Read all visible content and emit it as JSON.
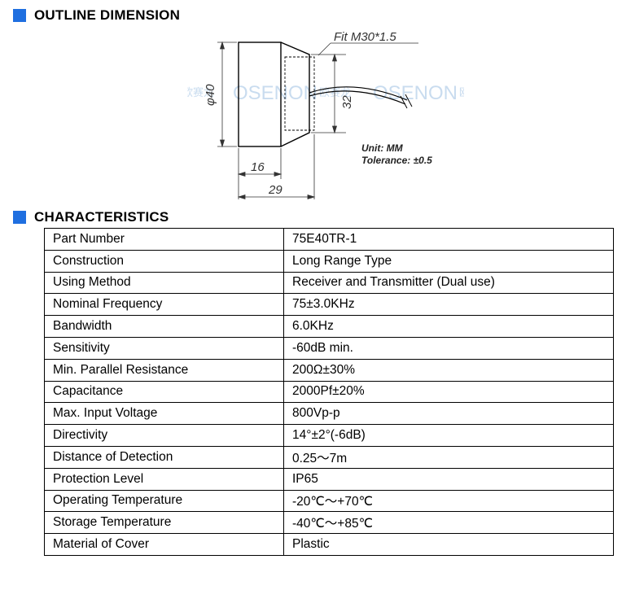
{
  "outline": {
    "title": "OUTLINE DIMENSION",
    "fit_label": "Fit  M30*1.5",
    "dim_diameter": "φ40",
    "dim_height": "32",
    "dim_16": "16",
    "dim_29": "29",
    "unit_label": "Unit: MM",
    "tolerance_label": "Tolerance: ±0.5",
    "watermark_brand": "OSENON",
    "watermark_cn": "欧赛龙"
  },
  "characteristics": {
    "title": "CHARACTERISTICS",
    "rows": [
      {
        "label": "Part Number",
        "value": "75E40TR-1"
      },
      {
        "label": "Construction",
        "value": "Long Range Type"
      },
      {
        "label": "Using Method",
        "value": "Receiver and Transmitter (Dual use)"
      },
      {
        "label": "Nominal Frequency",
        "value": "75±3.0KHz"
      },
      {
        "label": "Bandwidth",
        "value": "6.0KHz"
      },
      {
        "label": "Sensitivity",
        "value": "-60dB min."
      },
      {
        "label": "Min. Parallel Resistance",
        "value": "200Ω±30%"
      },
      {
        "label": "Capacitance",
        "value": "2000Pf±20%"
      },
      {
        "label": "Max. Input Voltage",
        "value": "800Vp-p"
      },
      {
        "label": "Directivity",
        "value": "14°±2°(-6dB)"
      },
      {
        "label": "Distance of Detection",
        "value": "0.25～7m"
      },
      {
        "label": "Protection Level",
        "value": "IP65"
      },
      {
        "label": "Operating Temperature",
        "value": "-20℃～+70℃"
      },
      {
        "label": "Storage Temperature",
        "value": "-40℃～+85℃"
      },
      {
        "label": "Material of Cover",
        "value": "Plastic"
      }
    ]
  },
  "colors": {
    "accent": "#1f6fe0",
    "watermark": "#c9dcef"
  }
}
